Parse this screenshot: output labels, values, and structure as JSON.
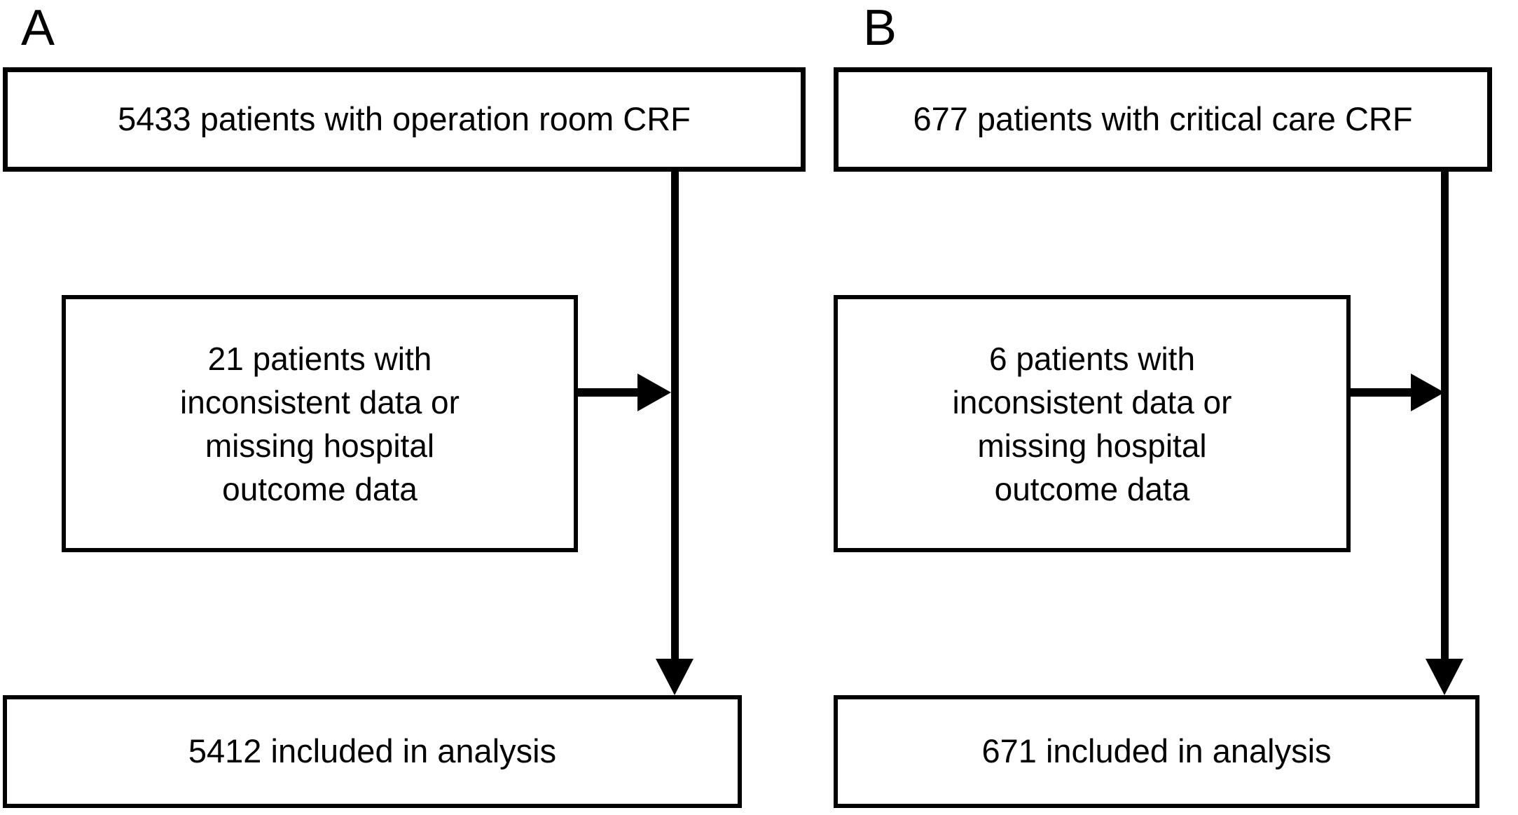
{
  "diagram": {
    "type": "flowchart",
    "colors": {
      "ink": "#000000",
      "background": "#ffffff"
    },
    "panels": [
      {
        "label": "A",
        "top_box": "5433 patients with operation room CRF",
        "exclusion_box": "21 patients with\ninconsistent data or\nmissing hospital\noutcome data",
        "result_box": "5412 included in analysis"
      },
      {
        "label": "B",
        "top_box": "677 patients with critical care CRF",
        "exclusion_box": "6 patients with\ninconsistent data or\nmissing hospital\noutcome data",
        "result_box": "671 included in analysis"
      }
    ]
  }
}
